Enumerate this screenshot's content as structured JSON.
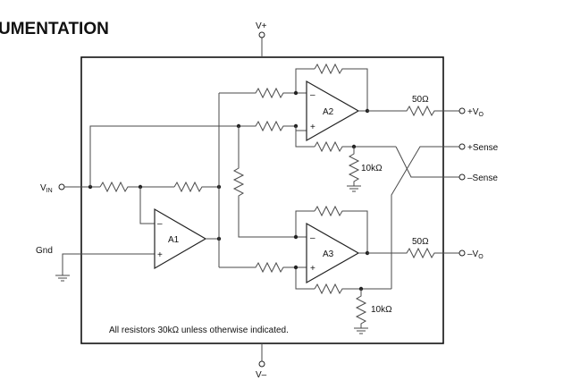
{
  "title": "UMENTATION",
  "supply": {
    "positive": "V+",
    "negative": "V–"
  },
  "inputs": {
    "vin_main": "V",
    "vin_sub": "IN",
    "gnd": "Gnd"
  },
  "amplifiers": {
    "a1": "A1",
    "a2": "A2",
    "a3": "A3"
  },
  "pins": {
    "inverting": "–",
    "noninverting": "+"
  },
  "resistor_values": {
    "r50_top": "50Ω",
    "r50_bottom": "50Ω",
    "r10k_top": "10kΩ",
    "r10k_bottom": "10kΩ"
  },
  "outputs": {
    "plus_vo_prefix": "+V",
    "plus_vo_sub": "O",
    "plus_sense": "+Sense",
    "minus_sense": "–Sense",
    "minus_vo_prefix": "–V",
    "minus_vo_sub": "O"
  },
  "note": "All resistors 30kΩ unless otherwise indicated."
}
